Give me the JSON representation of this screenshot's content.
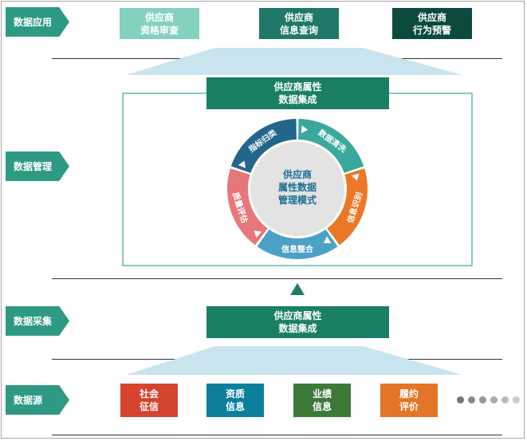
{
  "layers": {
    "application": "数据应用",
    "management": "数据管理",
    "collection": "数据采集",
    "source": "数据源"
  },
  "application": {
    "box1": {
      "line1": "供应商",
      "line2": "资格审查"
    },
    "box2": {
      "line1": "供应商",
      "line2": "信息查询"
    },
    "box3": {
      "line1": "供应商",
      "line2": "行为预警"
    }
  },
  "integration_top": {
    "line1": "供应商属性",
    "line2": "数据集成"
  },
  "integration_bottom": {
    "line1": "供应商属性",
    "line2": "数据集成"
  },
  "cycle": {
    "center": [
      "供应商",
      "属性数据",
      "管理模式"
    ],
    "segments": [
      "数据清洗",
      "信息识别",
      "信息整合",
      "质量评估",
      "指标归类"
    ]
  },
  "sources": [
    {
      "line1": "社会",
      "line2": "征信"
    },
    {
      "line1": "资质",
      "line2": "信息"
    },
    {
      "line1": "业绩",
      "line2": "信息"
    },
    {
      "line1": "履约",
      "line2": "评价"
    }
  ],
  "colors": {
    "layer_label": "#2e9a83",
    "app_box1": "#84d1c1",
    "app_box2": "#1f7868",
    "app_box3": "#0c4a3f",
    "integration": "#1a7f64",
    "trapezoid": "#c9e4ee",
    "seg_cleaning": "#3aa89b",
    "seg_identify": "#ea7826",
    "seg_integrate": "#4ba1c6",
    "seg_quality": "#e7777c",
    "seg_indicator": "#22668a",
    "src_social": "#d6432f",
    "src_qualification": "#0c7f9c",
    "src_performance": "#3b7a39",
    "src_contract": "#e47526"
  }
}
